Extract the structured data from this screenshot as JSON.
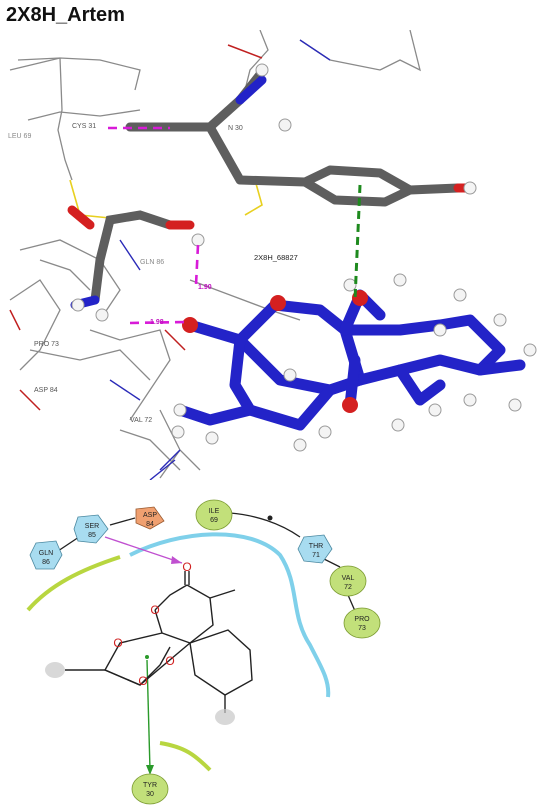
{
  "title": "2X8H_Artem",
  "scene_3d": {
    "ligand_label": "2X8H_68827",
    "residue_labels": [
      "LEU 69",
      "CYS 31",
      "N 30",
      "GLN 86",
      "PRO 73",
      "ASP 84",
      "VAL 72"
    ],
    "hbond_distances": [
      "1.90",
      "1.98"
    ],
    "colors": {
      "ligand": "#2323c8",
      "residue_stick": "#5e5e5e",
      "oxygen": "#d42020",
      "hydrogen": "#ffffff",
      "hbond": "#d81bd8",
      "pi_interaction": "#1e8a1e"
    }
  },
  "diagram_2d": {
    "residues": [
      {
        "id": "asp84",
        "name": "ASP",
        "num": "84",
        "kind": "negative",
        "fill": "#f0a070"
      },
      {
        "id": "ser85",
        "name": "SER",
        "num": "85",
        "kind": "polar",
        "fill": "#a8dcf0"
      },
      {
        "id": "gln86",
        "name": "GLN",
        "num": "86",
        "kind": "polar",
        "fill": "#a8dcf0"
      },
      {
        "id": "ile69",
        "name": "ILE",
        "num": "69",
        "kind": "hydrophobic",
        "fill": "#c2e07a"
      },
      {
        "id": "thr71",
        "name": "THR",
        "num": "71",
        "kind": "polar",
        "fill": "#a8dcf0"
      },
      {
        "id": "val72",
        "name": "VAL",
        "num": "72",
        "kind": "hydrophobic",
        "fill": "#c2e07a"
      },
      {
        "id": "pro73",
        "name": "PRO",
        "num": "73",
        "kind": "hydrophobic",
        "fill": "#c2e07a"
      },
      {
        "id": "tyr30",
        "name": "TYR",
        "num": "30",
        "kind": "hydrophobic",
        "fill": "#c2e07a"
      }
    ],
    "atom_symbol": "O"
  }
}
